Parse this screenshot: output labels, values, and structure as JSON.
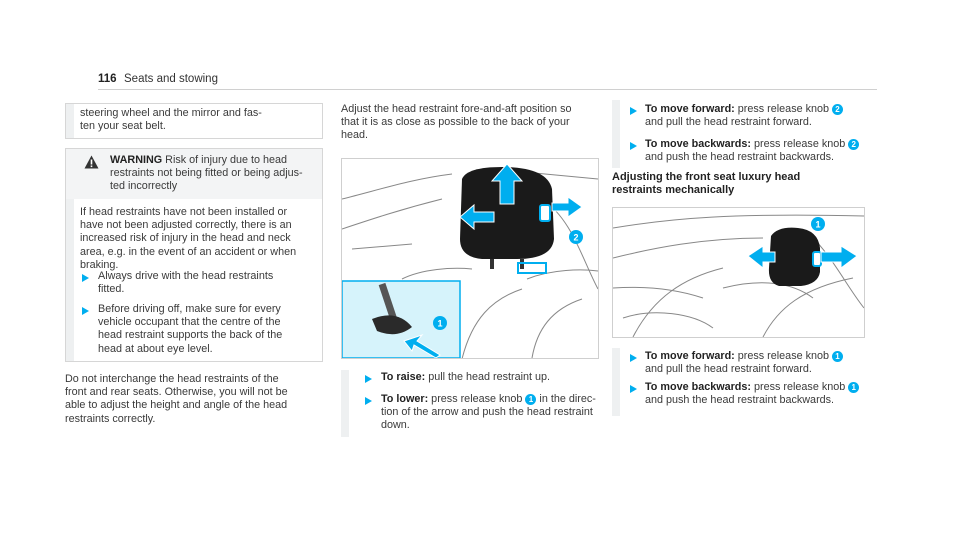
{
  "header": {
    "page_number": "116",
    "section": "Seats and stowing"
  },
  "col1": {
    "cont_line1": "steering wheel and the mirror and fas-",
    "cont_line2": "ten your seat belt.",
    "warning": {
      "label": "WARNING",
      "head_l1": " Risk of injury due to head",
      "head_l2": "restraints not being fitted or being adjus-",
      "head_l3": "ted incorrectly",
      "body": [
        "If head restraints have not been installed or",
        "have not been adjusted correctly, there is an",
        "increased risk of injury in the head and neck",
        "area, e.g. in the event of an accident or when",
        "braking."
      ],
      "bullet1": [
        "Always drive with the head restraints",
        "fitted."
      ],
      "bullet2": [
        "Before driving off, make sure for every",
        "vehicle occupant that the centre of the",
        "head restraint supports the back of the",
        "head at about eye level."
      ]
    },
    "after": [
      "Do not interchange the head restraints of the",
      "front and rear seats. Otherwise, you will not be",
      "able to adjust the height and angle of the head",
      "restraints correctly."
    ]
  },
  "col2": {
    "intro": [
      "Adjust the head restraint fore-and-aft position so",
      "that it is as close as possible to the back of your",
      "head."
    ],
    "raise_label": "To raise:",
    "raise_text": " pull the head restraint up.",
    "lower_label": "To lower:",
    "lower_text_a": " press release knob ",
    "lower_text_b": " in the direc-",
    "lower_l2": "tion of the arrow and push the head restraint",
    "lower_l3": "down.",
    "knob1": "1",
    "knob2": "2"
  },
  "col3": {
    "fwd_label": "To move forward:",
    "fwd_text": " press release knob ",
    "fwd_l2": "and pull the head restraint forward.",
    "bwd_label": "To move backwards:",
    "bwd_text": " press release knob ",
    "bwd_l2": "and push the head restraint backwards.",
    "heading_l1": "Adjusting the front seat luxury head",
    "heading_l2": "restraints mechanically",
    "fwd2_l2": "and pull the head restraint forward.",
    "bwd2_l2": "and push the head restraint backwards.",
    "knob1": "1",
    "knob2": "2"
  },
  "colors": {
    "accent": "#00aeef",
    "box_bar": "#eef0f1",
    "warning_bg": "#f3f4f5"
  }
}
